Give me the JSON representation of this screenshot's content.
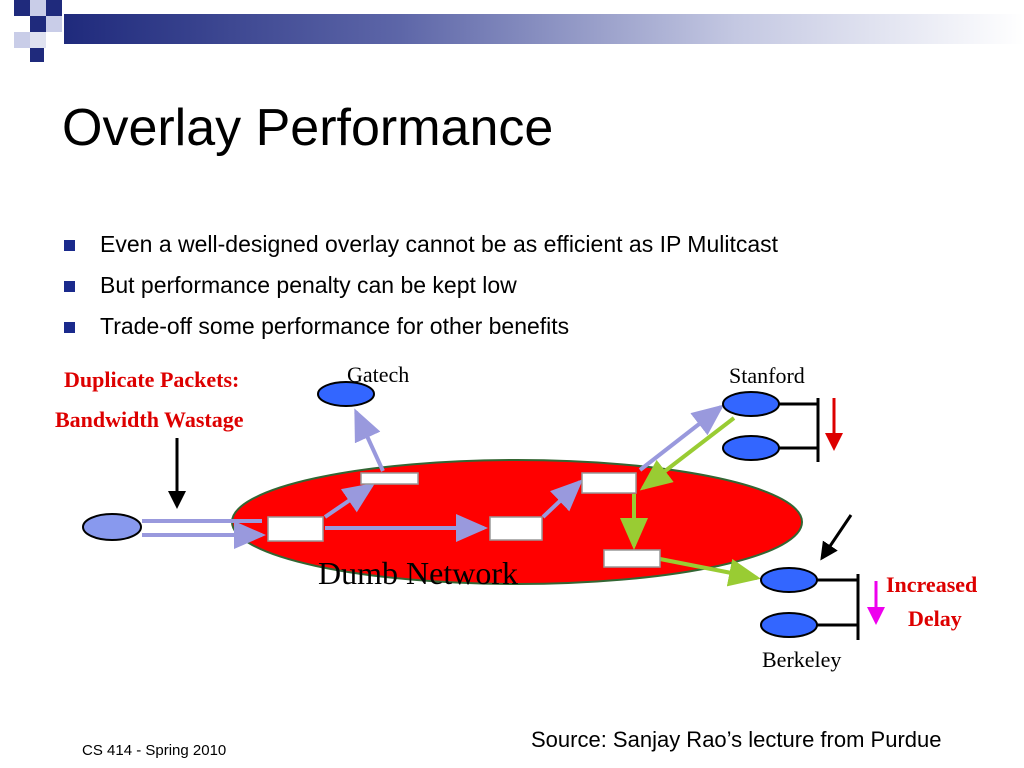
{
  "title": "Overlay Performance",
  "bullets": [
    "Even a well-designed overlay cannot be as efficient as IP Mulitcast",
    "But performance penalty can be kept low",
    "Trade-off some performance for other benefits"
  ],
  "diagram": {
    "network_label": "Dumb Network",
    "hosts": {
      "gatech": "Gatech",
      "stanford": "Stanford",
      "berkeley": "Berkeley"
    },
    "annotations": {
      "duplicate_line1": "Duplicate Packets:",
      "duplicate_line2": "Bandwidth Wastage",
      "delay_line1": "Increased",
      "delay_line2": "Delay"
    }
  },
  "footer": {
    "course": "CS 414 - Spring 2010",
    "source": "Source: Sanjay Rao’s lecture from Purdue"
  },
  "colors": {
    "network_fill": "#ff0000",
    "host_fill": "#3366ff",
    "source_host_fill": "#8899ee",
    "overlay_link": "#9999dd",
    "green_link": "#99cc33",
    "annotation_red": "#dd0000",
    "delay_arrow": "#ee00ee",
    "bullet": "#1a2a8c"
  }
}
